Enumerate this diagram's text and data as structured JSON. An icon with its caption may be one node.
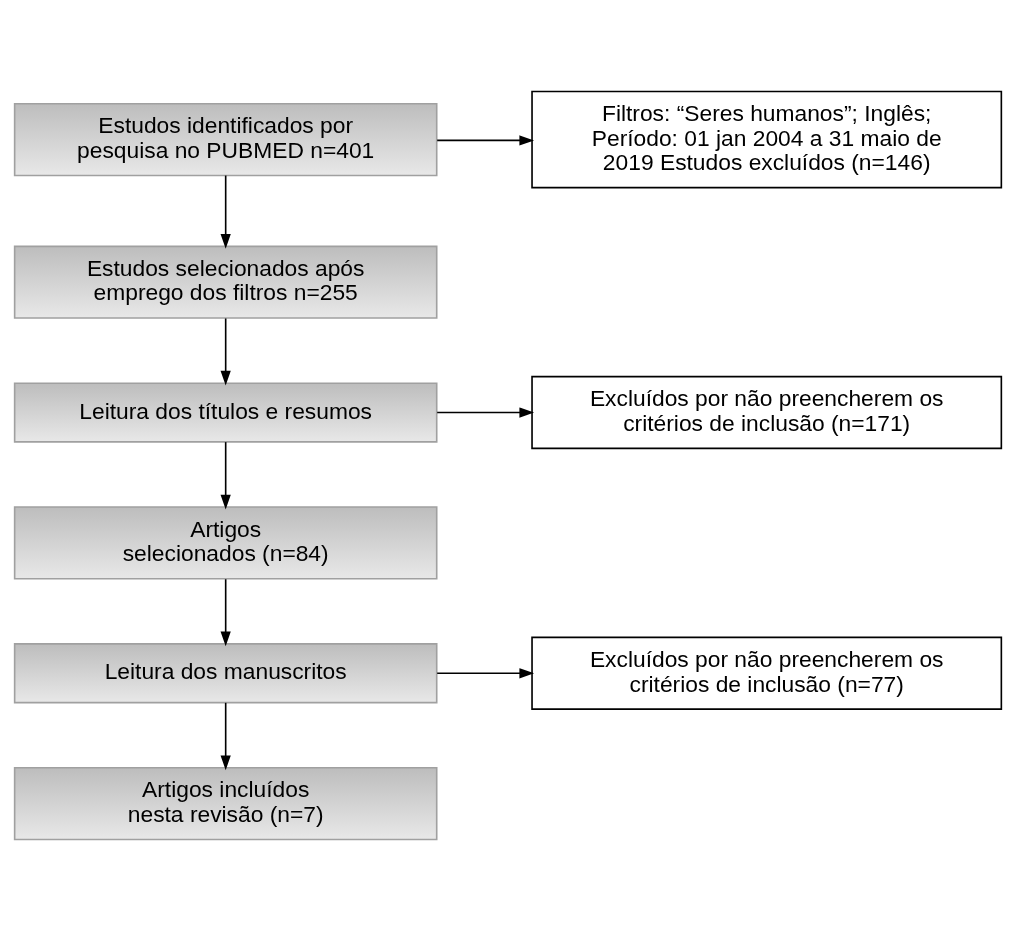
{
  "diagram": {
    "nodes": [
      {
        "text": [
          "Estudos identificados por pesquisa no PUBMED n=401"
        ]
      },
      {
        "text": [
          "Filtros: “Seres humanos”; Inglês; Período: 01 jan 2004 a 31 maio de 2019 Estudos excluídos (n=146)"
        ]
      },
      {
        "text": [
          "Estudos selecionados após emprego dos filtros n=255"
        ]
      },
      {
        "text": [
          "Leitura dos títulos e resumos"
        ]
      },
      {
        "text": [
          "Excluídos por não preencherem os critérios de inclusão (n=171)"
        ]
      },
      {
        "text": [
          "Artigos selecionados (n=84)"
        ]
      },
      {
        "text": [
          "Leitura dos manuscritos"
        ]
      },
      {
        "text": [
          "Excluídos por não preencherem os critérios de inclusão (n=77)"
        ]
      },
      {
        "text": [
          "Artigos incluídos nesta revisão (n=7)"
        ]
      }
    ],
    "edges": [
      {
        "from": 0,
        "to": 2,
        "arrow": "to"
      },
      {
        "from": 0,
        "to": 1,
        "arrow": "to"
      },
      {
        "from": 2,
        "to": 3,
        "arrow": "to"
      },
      {
        "from": 3,
        "to": 5,
        "arrow": "to"
      },
      {
        "from": 3,
        "to": 4,
        "arrow": "to"
      },
      {
        "from": 5,
        "to": 6,
        "arrow": "to"
      },
      {
        "from": 6,
        "to": 8,
        "arrow": "to"
      },
      {
        "from": 6,
        "to": 7,
        "arrow": "to"
      }
    ]
  }
}
